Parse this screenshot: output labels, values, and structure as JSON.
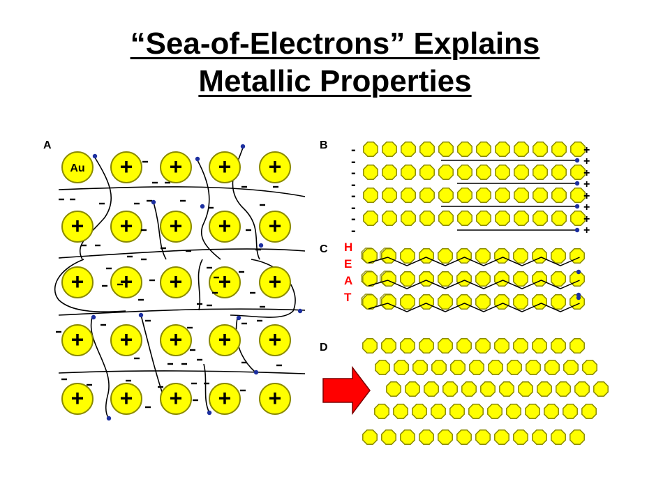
{
  "slide": {
    "title_line1": "“Sea-of-Electrons” Explains",
    "title_line2": "Metallic Properties"
  },
  "figure": {
    "colors": {
      "atom_fill": "#ffff00",
      "atom_stroke": "#8a8a00",
      "electron": "#1c2fa0",
      "heat_text": "#ff0000",
      "arrow_fill": "#ff0000",
      "line": "#000000",
      "background": "#ffffff"
    },
    "panel_a": {
      "label": "A",
      "element_symbol": "Au",
      "ion_symbol": "+",
      "grid_rows": 5,
      "grid_cols": 5,
      "electron_symbol": "-"
    },
    "panel_b": {
      "label": "B",
      "negative_sign": "-",
      "positive_sign": "+",
      "rows": 4,
      "atoms_per_row": 12
    },
    "panel_c": {
      "label": "C",
      "heat_letters": [
        "H",
        "E",
        "A",
        "T"
      ],
      "rows": 3,
      "atoms_per_row": 12
    },
    "panel_d": {
      "label": "D",
      "rows": 5,
      "atoms_per_row": [
        12,
        12,
        12,
        12,
        12
      ],
      "arrow": "right-arrow"
    }
  }
}
